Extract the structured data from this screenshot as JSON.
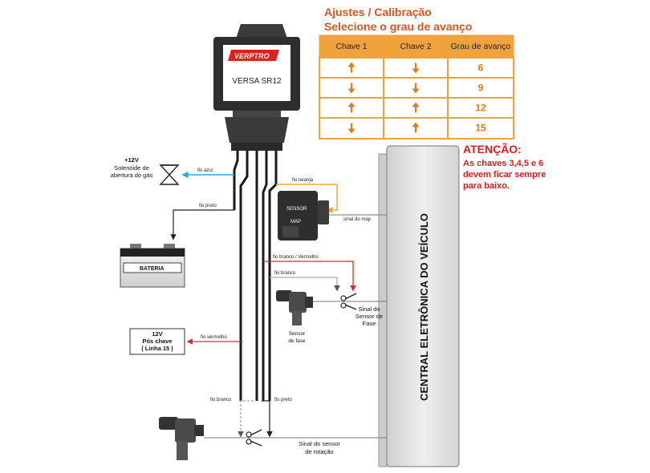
{
  "header": {
    "title": "Ajustes / Calibração",
    "subtitle": "Selecione o grau de avanço"
  },
  "table": {
    "columns": [
      "Chave 1",
      "Chave 2",
      "Grau de avanço"
    ],
    "rows": [
      {
        "chave1": "up",
        "chave2": "down",
        "grau": "6"
      },
      {
        "chave1": "down",
        "chave2": "down",
        "grau": "9"
      },
      {
        "chave1": "up",
        "chave2": "up",
        "grau": "12"
      },
      {
        "chave1": "down",
        "chave2": "up",
        "grau": "15"
      }
    ]
  },
  "warning": {
    "title": "ATENÇÃO:",
    "lines": [
      "As chaves 3,4,5 e 6",
      "devem ficar sempre",
      "para baixo."
    ]
  },
  "device": {
    "brand": "VERPTRO",
    "model": "VERSA SR12"
  },
  "ecu": {
    "label": "CENTRAL ELETRÔNICA DO VEÍCULO"
  },
  "components": {
    "solenoid": {
      "line1": "+12V",
      "line2": "Solenóide de",
      "line3": "abertura do gás"
    },
    "battery": {
      "label": "BATERIA",
      "plus": "+",
      "minus": "−"
    },
    "map_sensor": {
      "line1": "SENSOR",
      "line2": "MAP"
    },
    "power": {
      "line1": "12V",
      "line2": "Pós chave",
      "line3": "( Linha 15 )"
    },
    "phase_sensor": {
      "line1": "Sensor",
      "line2": "de fase"
    }
  },
  "wires": {
    "fio_azul": "fio azul",
    "fio_laranja": "fio laranja",
    "fio_preto_bat": "fio preto",
    "sinal_map": "sinal do map",
    "fio_branco_vermelho": "fio branco / Vermelho",
    "fio_branco_fase": "fio branco",
    "fio_vermelho": "fio vermelho",
    "fio_branco_rot": "fio branco",
    "fio_preto_rot": "fio preto"
  },
  "signals": {
    "fase": {
      "line1": "Sinal do",
      "line2": "Sensor de",
      "line3": "Fase"
    },
    "rotacao": {
      "line1": "Sinal do sensor",
      "line2": "de rotação"
    }
  },
  "colors": {
    "accent_orange": "#e0541b",
    "table_orange": "#f0a33a",
    "wire_blue": "#2aa7e0",
    "wire_orange": "#f0a33a",
    "wire_red": "#e02b2b",
    "warning_red": "#d81f1f"
  }
}
